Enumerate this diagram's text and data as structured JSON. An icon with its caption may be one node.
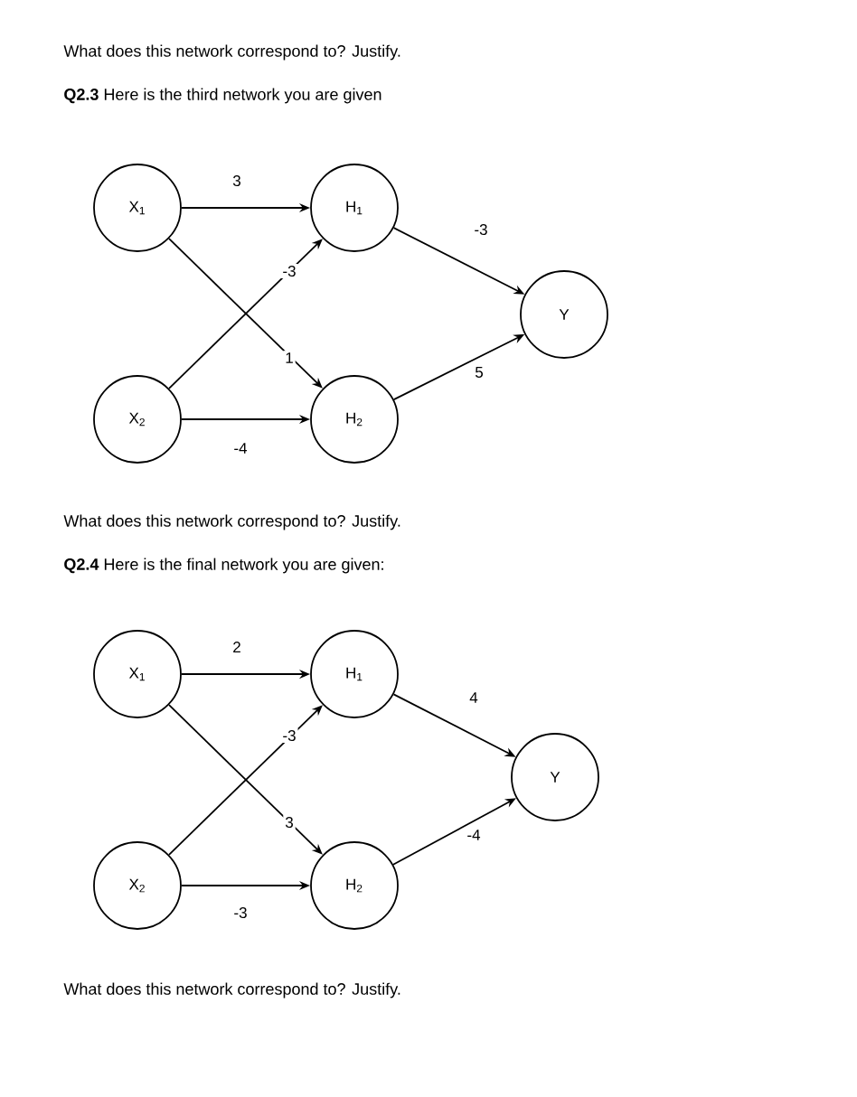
{
  "diagram": {
    "nodes": [
      {
        "text": [
          "X$_{1}$"
        ]
      },
      {
        "text": [
          "X$_{2}$"
        ]
      },
      {
        "text": [
          "H$_{1}$"
        ]
      },
      {
        "text": [
          "H$_{2}$"
        ]
      },
      {
        "text": [
          "Y"
        ]
      },
      {
        "text": [
          "X$_{1}$"
        ]
      },
      {
        "text": [
          "X$_{2}$"
        ]
      },
      {
        "text": [
          "H$_{1}$"
        ]
      },
      {
        "text": [
          "H$_{2}$"
        ]
      },
      {
        "text": [
          "Y"
        ]
      }
    ],
    "edges": [
      {
        "from": 0,
        "to": 2,
        "arrow": "to",
        "label": "3"
      },
      {
        "from": 1,
        "to": 2,
        "arrow": "to",
        "label": "-3"
      },
      {
        "from": 0,
        "to": 3,
        "arrow": "to",
        "label": "1"
      },
      {
        "from": 1,
        "to": 3,
        "arrow": "to",
        "label": "-4"
      },
      {
        "from": 2,
        "to": 4,
        "arrow": "to",
        "label": "-3"
      },
      {
        "from": 3,
        "to": 4,
        "arrow": "to",
        "label": "5"
      },
      {
        "from": 5,
        "to": 7,
        "arrow": "to",
        "label": "2"
      },
      {
        "from": 6,
        "to": 7,
        "arrow": "to",
        "label": "-3"
      },
      {
        "from": 5,
        "to": 8,
        "arrow": "to",
        "label": "3"
      },
      {
        "from": 6,
        "to": 8,
        "arrow": "to",
        "label": "-3"
      },
      {
        "from": 7,
        "to": 9,
        "arrow": "to",
        "label": "4"
      },
      {
        "from": 8,
        "to": 9,
        "arrow": "to",
        "label": "-4"
      }
    ],
    "labels": [
      "What does this network correspond to? Justify.",
      "**Q2.3** Here is the third network you are given",
      "What does this network correspond to? Justify.",
      "**Q2.4** Here is the final network you are given:",
      "What does this network correspond to? Justify."
    ]
  }
}
